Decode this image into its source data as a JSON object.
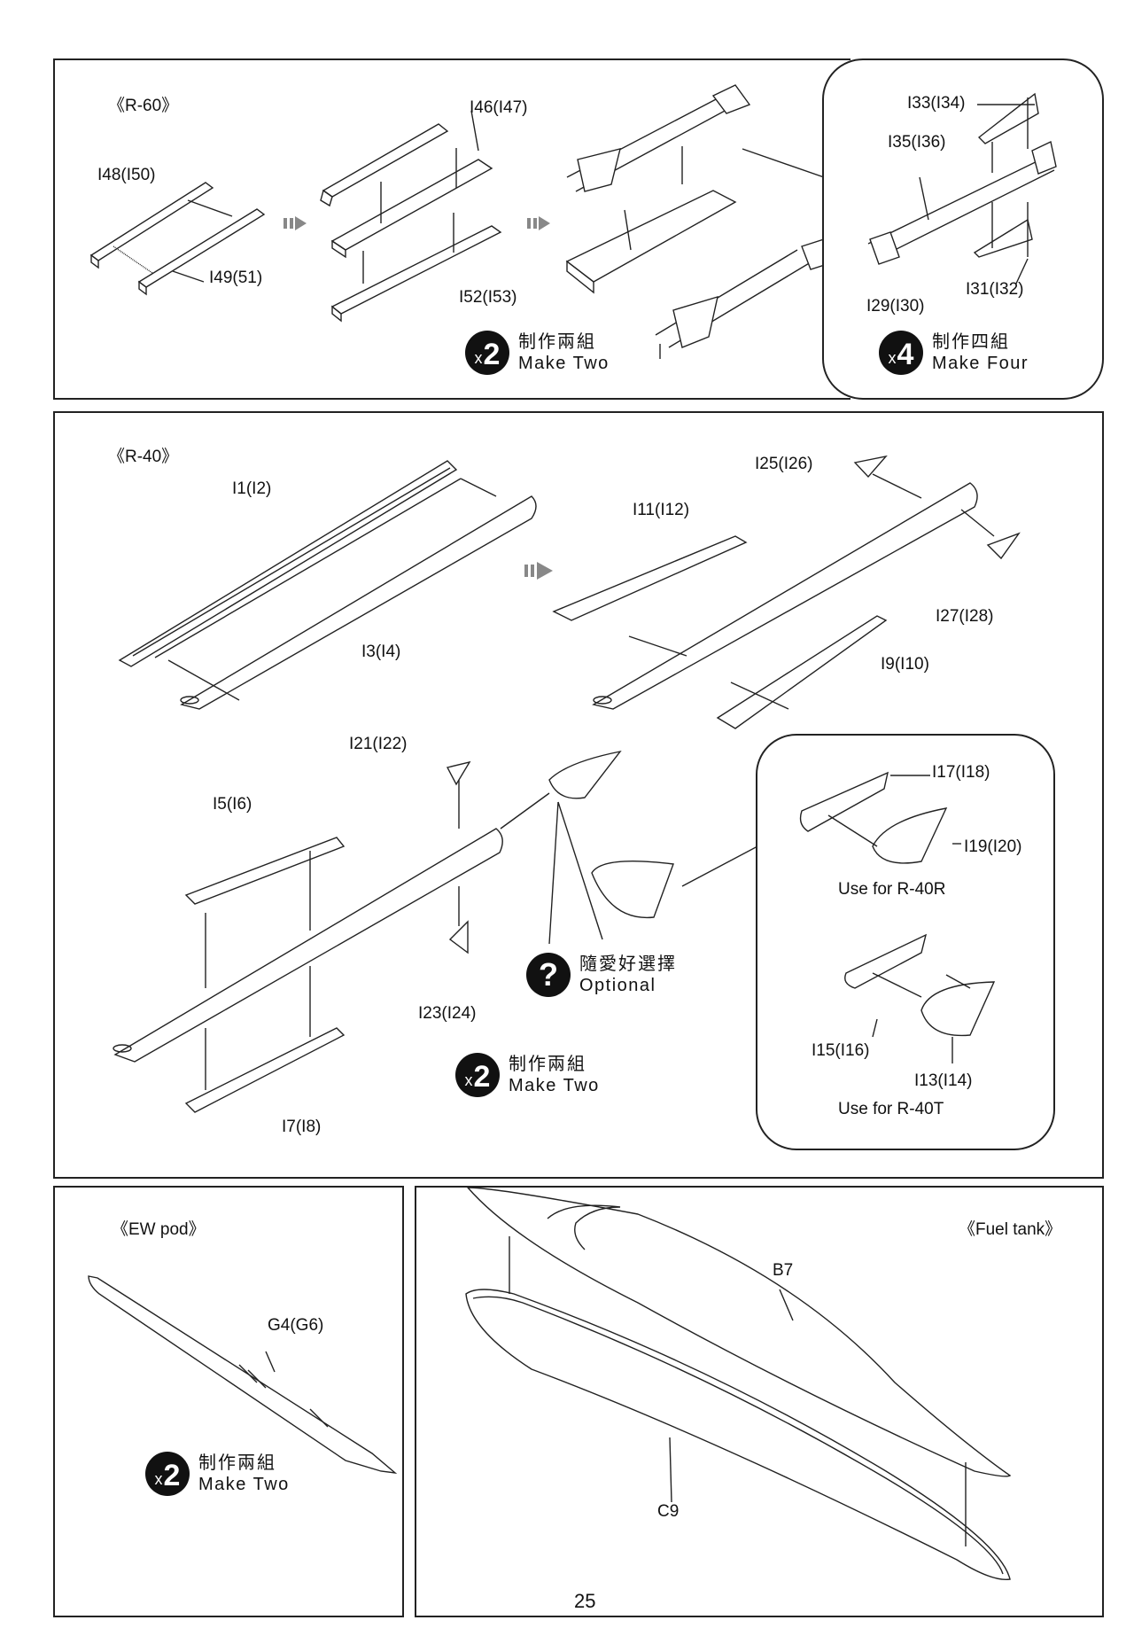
{
  "page_number": "25",
  "r60": {
    "title": "《R-60》",
    "labels": {
      "i46": "I46(I47)",
      "i48": "I48(I50)",
      "i49": "I49(51)",
      "i52": "I52(I53)"
    },
    "badge": {
      "count": "2",
      "zh": "制作兩組",
      "en": "Make Two"
    },
    "detail": {
      "labels": {
        "i33": "I33(I34)",
        "i35": "I35(I36)",
        "i31": "I31(I32)",
        "i29": "I29(I30)"
      },
      "badge": {
        "count": "4",
        "zh": "制作四組",
        "en": "Make Four"
      }
    }
  },
  "r40": {
    "title": "《R-40》",
    "labels": {
      "i1": "I1(I2)",
      "i3": "I3(I4)",
      "i11": "I11(I12)",
      "i25": "I25(I26)",
      "i27": "I27(I28)",
      "i9": "I9(I10)",
      "i21": "I21(I22)",
      "i5": "I5(I6)",
      "i23": "I23(I24)",
      "i7": "I7(I8)"
    },
    "optional": {
      "zh": "隨愛好選擇",
      "en": "Optional"
    },
    "badge": {
      "count": "2",
      "zh": "制作兩組",
      "en": "Make Two"
    },
    "detail": {
      "labels": {
        "i17": "I17(I18)",
        "i19": "I19(I20)",
        "use_r": "Use for R-40R",
        "i15": "I15(I16)",
        "i13": "I13(I14)",
        "use_t": "Use for R-40T"
      }
    }
  },
  "ew_pod": {
    "title": "《EW pod》",
    "labels": {
      "g4": "G4(G6)"
    },
    "badge": {
      "count": "2",
      "zh": "制作兩組",
      "en": "Make Two"
    }
  },
  "fuel_tank": {
    "title": "《Fuel tank》",
    "labels": {
      "b7": "B7",
      "c9": "C9"
    }
  }
}
